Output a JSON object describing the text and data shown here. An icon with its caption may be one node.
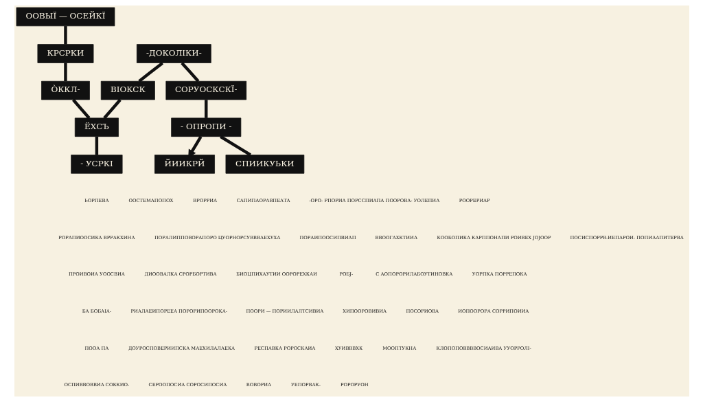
{
  "diagram": {
    "nodes": [
      {
        "text": [
          "ООВЫЇ — ОСЕЙКЇ"
        ]
      },
      {
        "text": [
          "КРСРКИ"
        ]
      },
      {
        "text": [
          "ÒККЛ-"
        ]
      },
      {
        "text": [
          "-ДОКОЛІКИ-"
        ]
      },
      {
        "text": [
          "ВІОКСК"
        ]
      },
      {
        "text": [
          "ЁХСЪ"
        ]
      },
      {
        "text": [
          "СОРУОСКСКЇ-"
        ]
      },
      {
        "text": [
          "- ОПРОПИ -"
        ]
      },
      {
        "text": [
          "ЙИИКРЙ"
        ]
      },
      {
        "text": [
          "СПИИКУЬКИ"
        ]
      },
      {
        "text": [
          "- УСРКІ"
        ]
      }
    ],
    "edges": [
      {
        "from": 0,
        "to": 1,
        "arrow": "none"
      },
      {
        "from": 1,
        "to": 2,
        "arrow": "none"
      },
      {
        "from": 2,
        "to": 5,
        "arrow": "none"
      },
      {
        "from": 3,
        "to": 4,
        "arrow": "none"
      },
      {
        "from": 4,
        "to": 5,
        "arrow": "none"
      },
      {
        "from": 3,
        "to": 6,
        "arrow": "none"
      },
      {
        "from": 6,
        "to": 7,
        "arrow": "none"
      },
      {
        "from": 7,
        "to": 8,
        "arrow": "to"
      },
      {
        "from": 7,
        "to": 9,
        "arrow": "none"
      },
      {
        "from": 5,
        "to": 10,
        "arrow": "none"
      }
    ],
    "labels": [
      "ЬОРПЕВА",
      "ООСТЕМАПОПОХ",
      "ВРОРРИА",
      "САПИПАОРАВПЕАТА",
      "-ОРО- РПОРИА ПОРССПИАПА ПООРОВА- УОЛЕПИА",
      "РООРЕРИАР",
      "РОРАПИООСИКА ВРРАКХИНА",
      "ПОРАЛИППОВОРАПОРО ЦУОРНОРСУВВВАЕХУХА",
      "ПОРАИПООСИПВИАП",
      "ВВООГАХКТИИА",
      "КООБОПИКА КАРППОНАПИ РОИВЕХ ЈОЈООР",
      "ПОСИСПОРРВ-ИЕПАРОИ- ПОПИААПИТЕРВА",
      "ПРОИВОИА УООСВИА",
      "ДИООВАЛКА СРОРБОРТИВА",
      "БИОЦПИХАУТИИ ООРОРЕХКАИ",
      "РОБЈ-",
      "С АОПОРОРИЛАБОУТИНОВКА",
      "УОРПКА ПОРРЕПОКА",
      "БА БОБАІА-",
      "РИАЛАЕИПОРЕЕА ПОРОРИПООРОКА-",
      "ПООРИ — ПОРИИЛАЛТСИВИА",
      "ХИПООРОВИВИА",
      "ПОСОРИОВА",
      "ИОПООРОРА СОРРИПОИИА",
      "ПООА ПА",
      "ДОУРОСПОВЕРИИПСКА МАЕХИЛАЛАЕКА",
      "РЕСПАВКА РОРОСКАИА",
      "ХУИВВВХК",
      "МООПТУКНА",
      "КЛОПОПОВВВВОСИАИВА УУОРРОЛІ-",
      "ОСПИВВОВВИА СОККИО-",
      "СЕРООПОСИА СОРОСИПОСИА",
      "ВОВОРИА",
      "УЕПОРВАК-",
      "РОРОРУОН"
    ]
  }
}
